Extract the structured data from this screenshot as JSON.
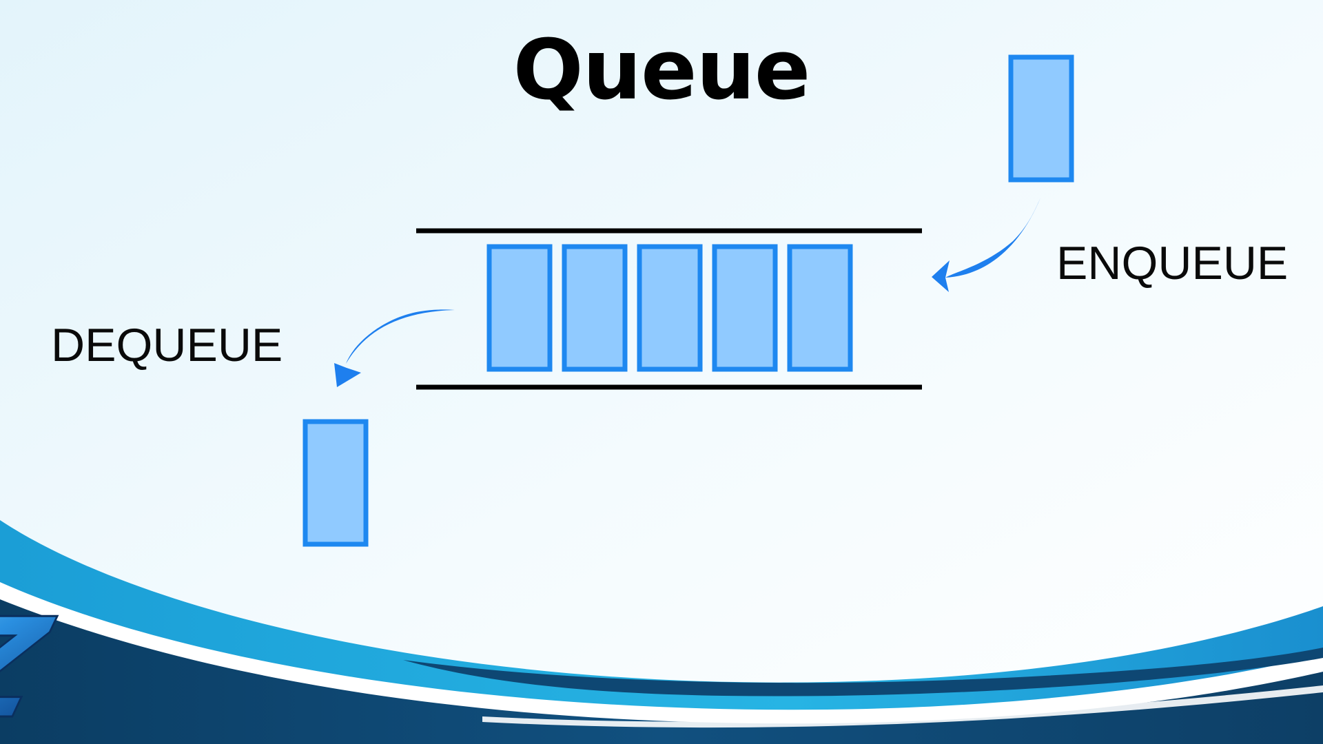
{
  "diagram": {
    "title": "Queue",
    "enqueue_label": "ENQUEUE",
    "dequeue_label": "DEQUEUE",
    "queue_items_count": 5
  },
  "colors": {
    "item_fill": "#90caff",
    "item_stroke": "#1e88f0",
    "arrow": "#1e7fee",
    "rail": "#000000",
    "background_top": "#eaf7fc",
    "background_bottom": "#ffffff",
    "wave_dark": "#0d4a73",
    "wave_mid": "#1478b4",
    "wave_light": "#2bb3e0",
    "wave_white": "#ffffff"
  },
  "logo": {
    "text": "AZ"
  }
}
